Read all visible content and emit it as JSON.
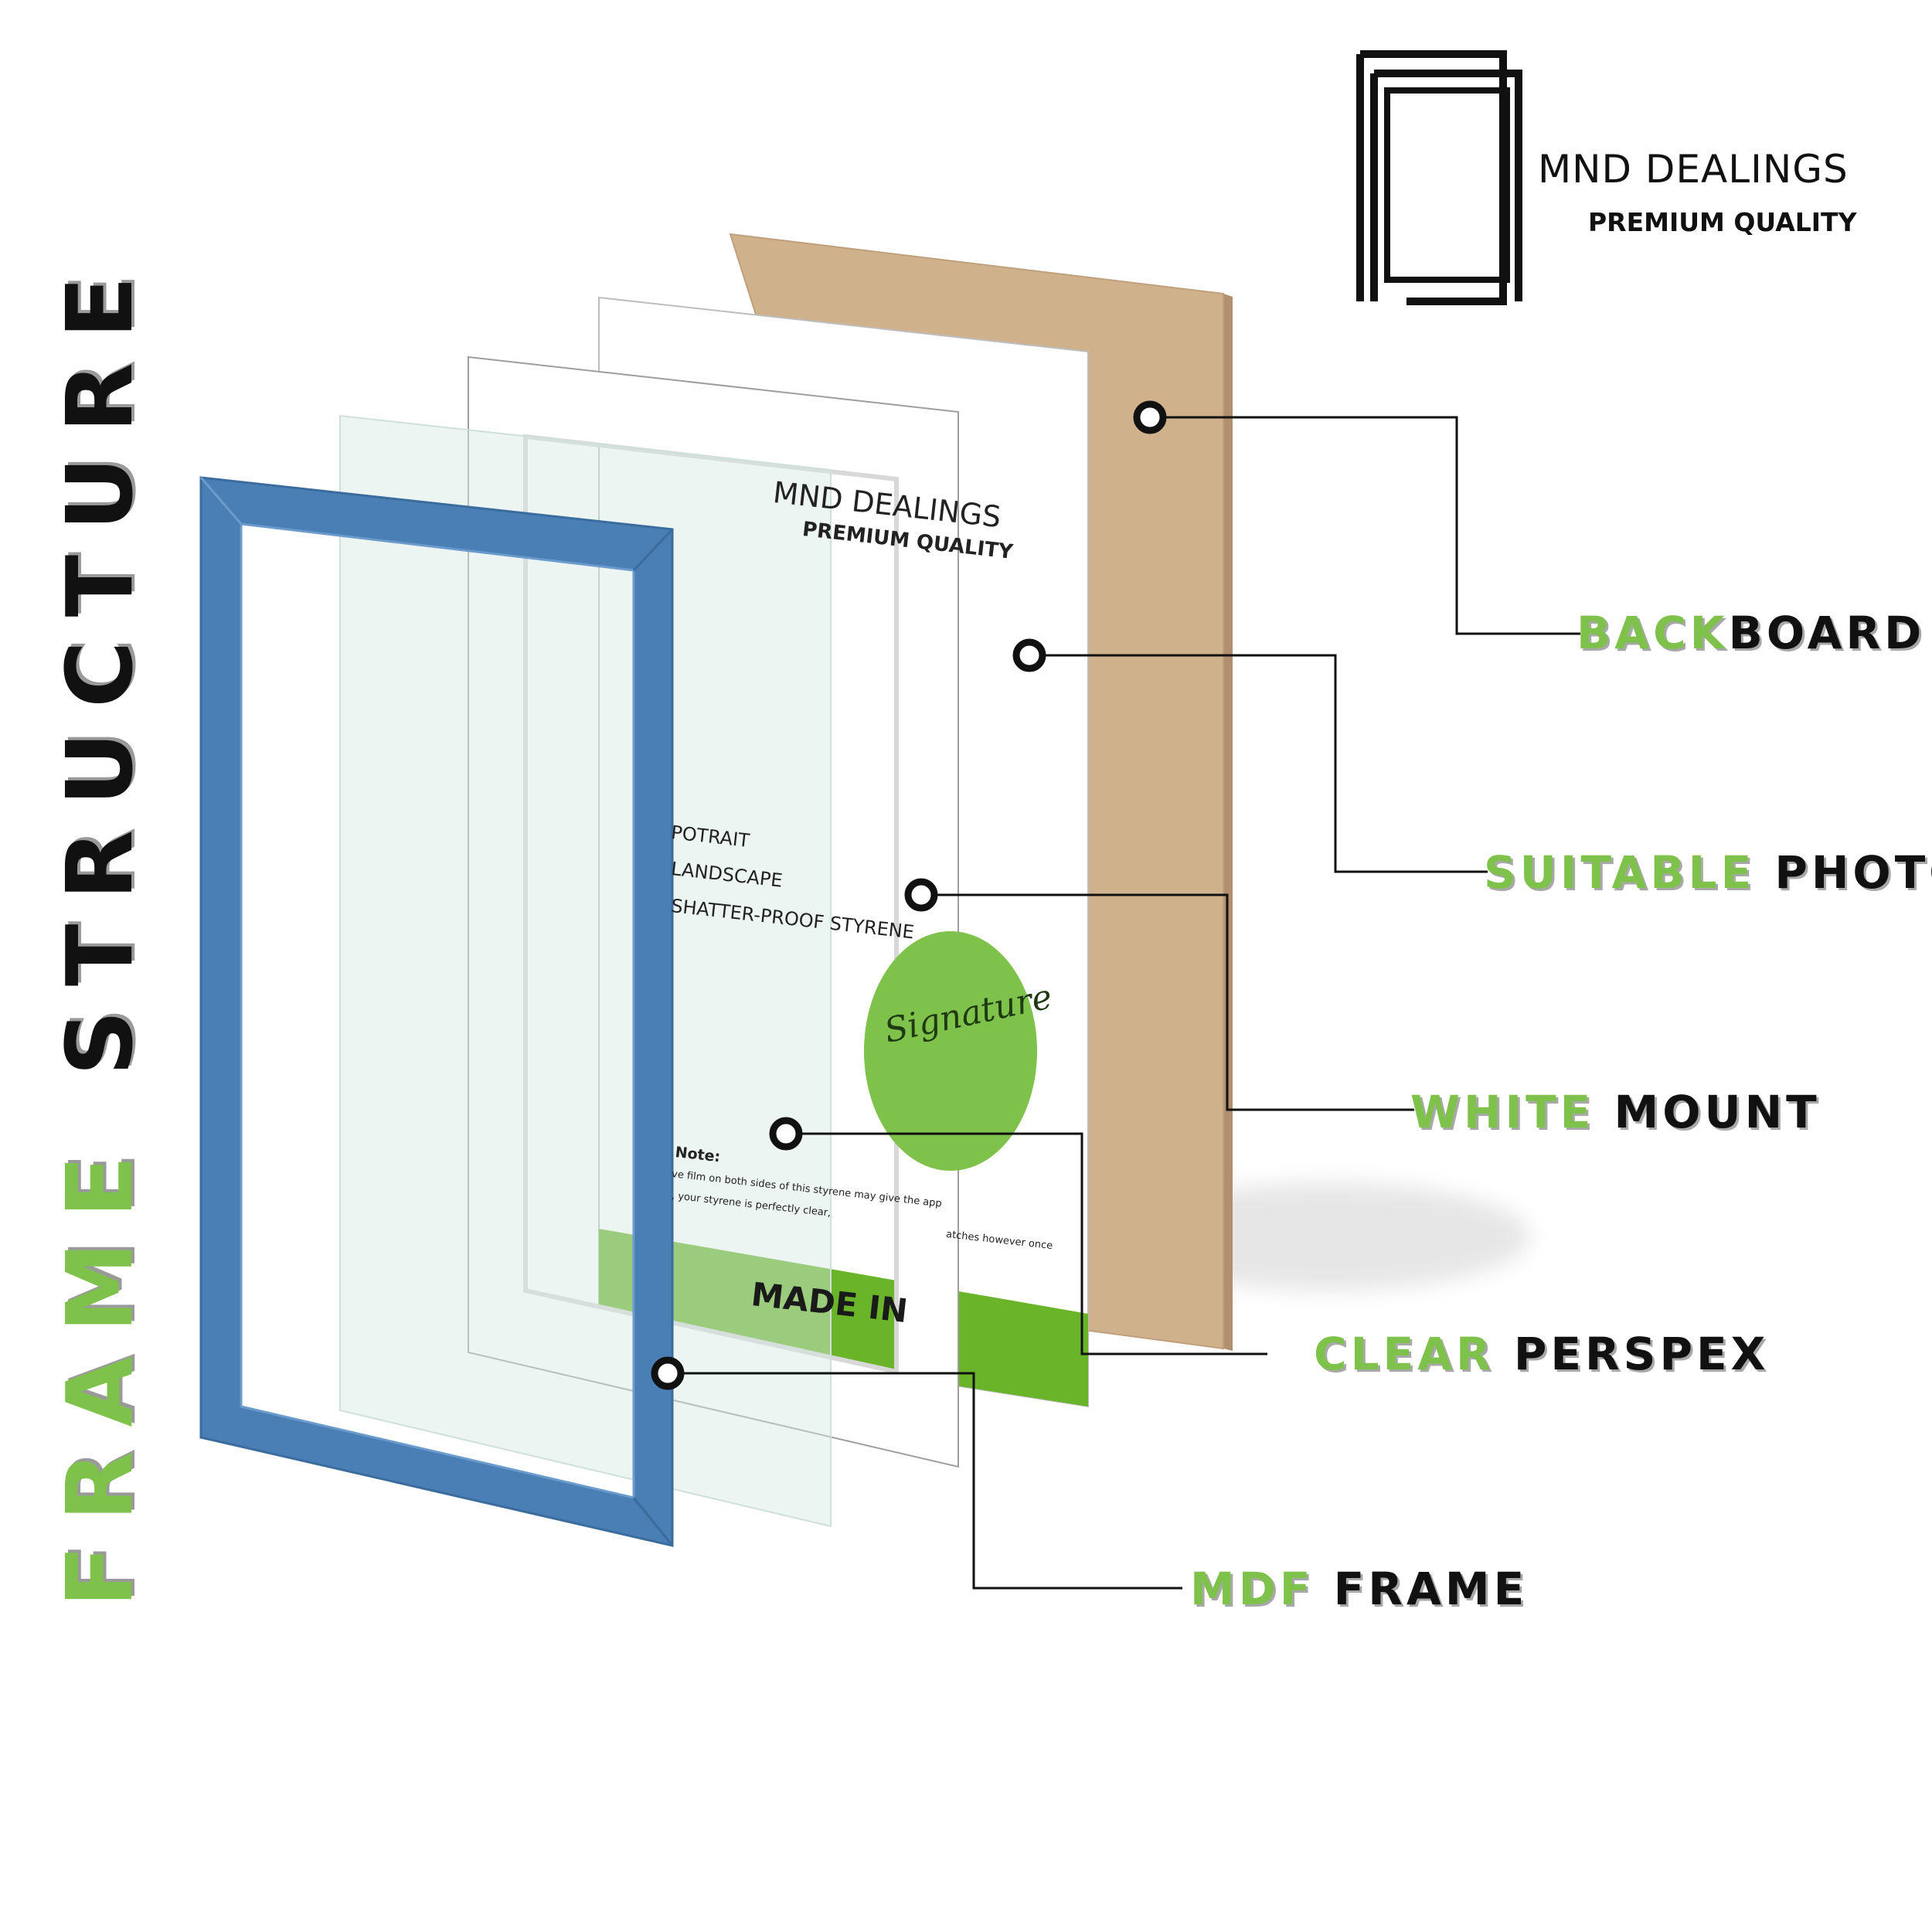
{
  "brand": {
    "name": "MND DEALINGS",
    "tagline": "PREMIUM QUALITY"
  },
  "title": {
    "word1": "FRAME",
    "word2": "STRUCTURE"
  },
  "insert": {
    "brand_name": "MND DEALINGS",
    "tagline": "PREMIUM QUALITY",
    "bullets": [
      "POTRAIT",
      "LANDSCAPE",
      "SHATTER-PROOF STYRENE"
    ],
    "note_title": "Note:",
    "note_line1": "ve film on both sides of this styrene may give the app",
    "note_line2": ", your styrene is perfectly clear,",
    "note_line3": "atches however once",
    "banner": "MADE IN",
    "seal": "Signature"
  },
  "layers": [
    {
      "highlight": "BACK",
      "rest": "BOARD"
    },
    {
      "highlight": "SUITABLE",
      "rest": " PHOTO"
    },
    {
      "highlight": "WHITE",
      "rest": " MOUNT"
    },
    {
      "highlight": "CLEAR",
      "rest": " PERSPEX"
    },
    {
      "highlight": "MDF",
      "rest": " FRAME"
    }
  ],
  "colors": {
    "accent_green": "#7ec14b",
    "frame_blue": "#4a7fb5",
    "backboard_tan": "#d2b48c",
    "text_dark": "#111111"
  }
}
